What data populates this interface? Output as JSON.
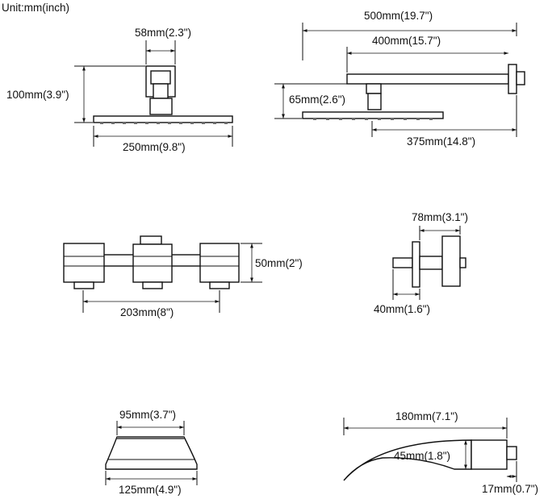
{
  "unit_label": "Unit:mm(inch)",
  "shower_head_front": {
    "width_top": "58mm(2.3\")",
    "height": "100mm(3.9\")",
    "width_bottom": "250mm(9.8\")"
  },
  "shower_arm_side": {
    "total_length": "500mm(19.7\")",
    "arm_length": "400mm(15.7\")",
    "height": "65mm(2.6\")",
    "head_length": "375mm(14.8\")"
  },
  "valve_front": {
    "height": "50mm(2\")",
    "spacing": "203mm(8\")"
  },
  "valve_side": {
    "depth": "78mm(3.1\")",
    "stem": "40mm(1.6\")"
  },
  "handle": {
    "width_top": "95mm(3.7\")",
    "width_bottom": "125mm(4.9\")"
  },
  "spout": {
    "length": "180mm(7.1\")",
    "height": "45mm(1.8\")",
    "outlet": "17mm(0.7\")"
  }
}
